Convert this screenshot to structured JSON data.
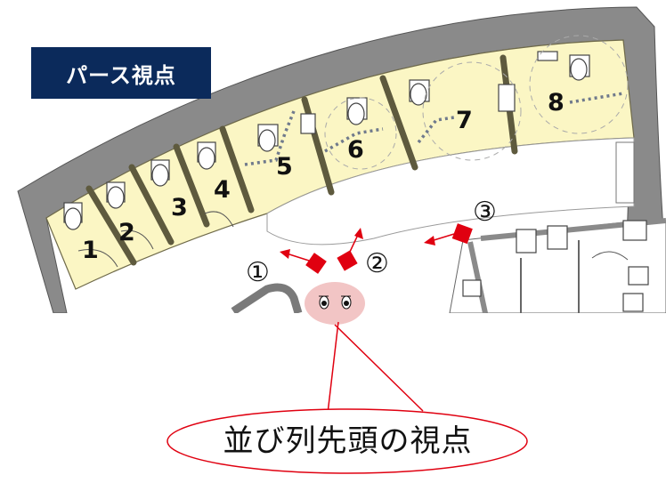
{
  "badge": {
    "label": "パース視点"
  },
  "stalls": [
    "1",
    "2",
    "3",
    "4",
    "5",
    "6",
    "7",
    "8"
  ],
  "viewpoints": [
    "①",
    "②",
    "③"
  ],
  "callout": {
    "label": "並び列先頭の視点"
  },
  "colors": {
    "badge_bg": "#0b2a5b",
    "stall_fill": "#fbf6c4",
    "wall": "#8a8a8a",
    "camera": "#e00010",
    "accessible_path": "#707a8c"
  }
}
